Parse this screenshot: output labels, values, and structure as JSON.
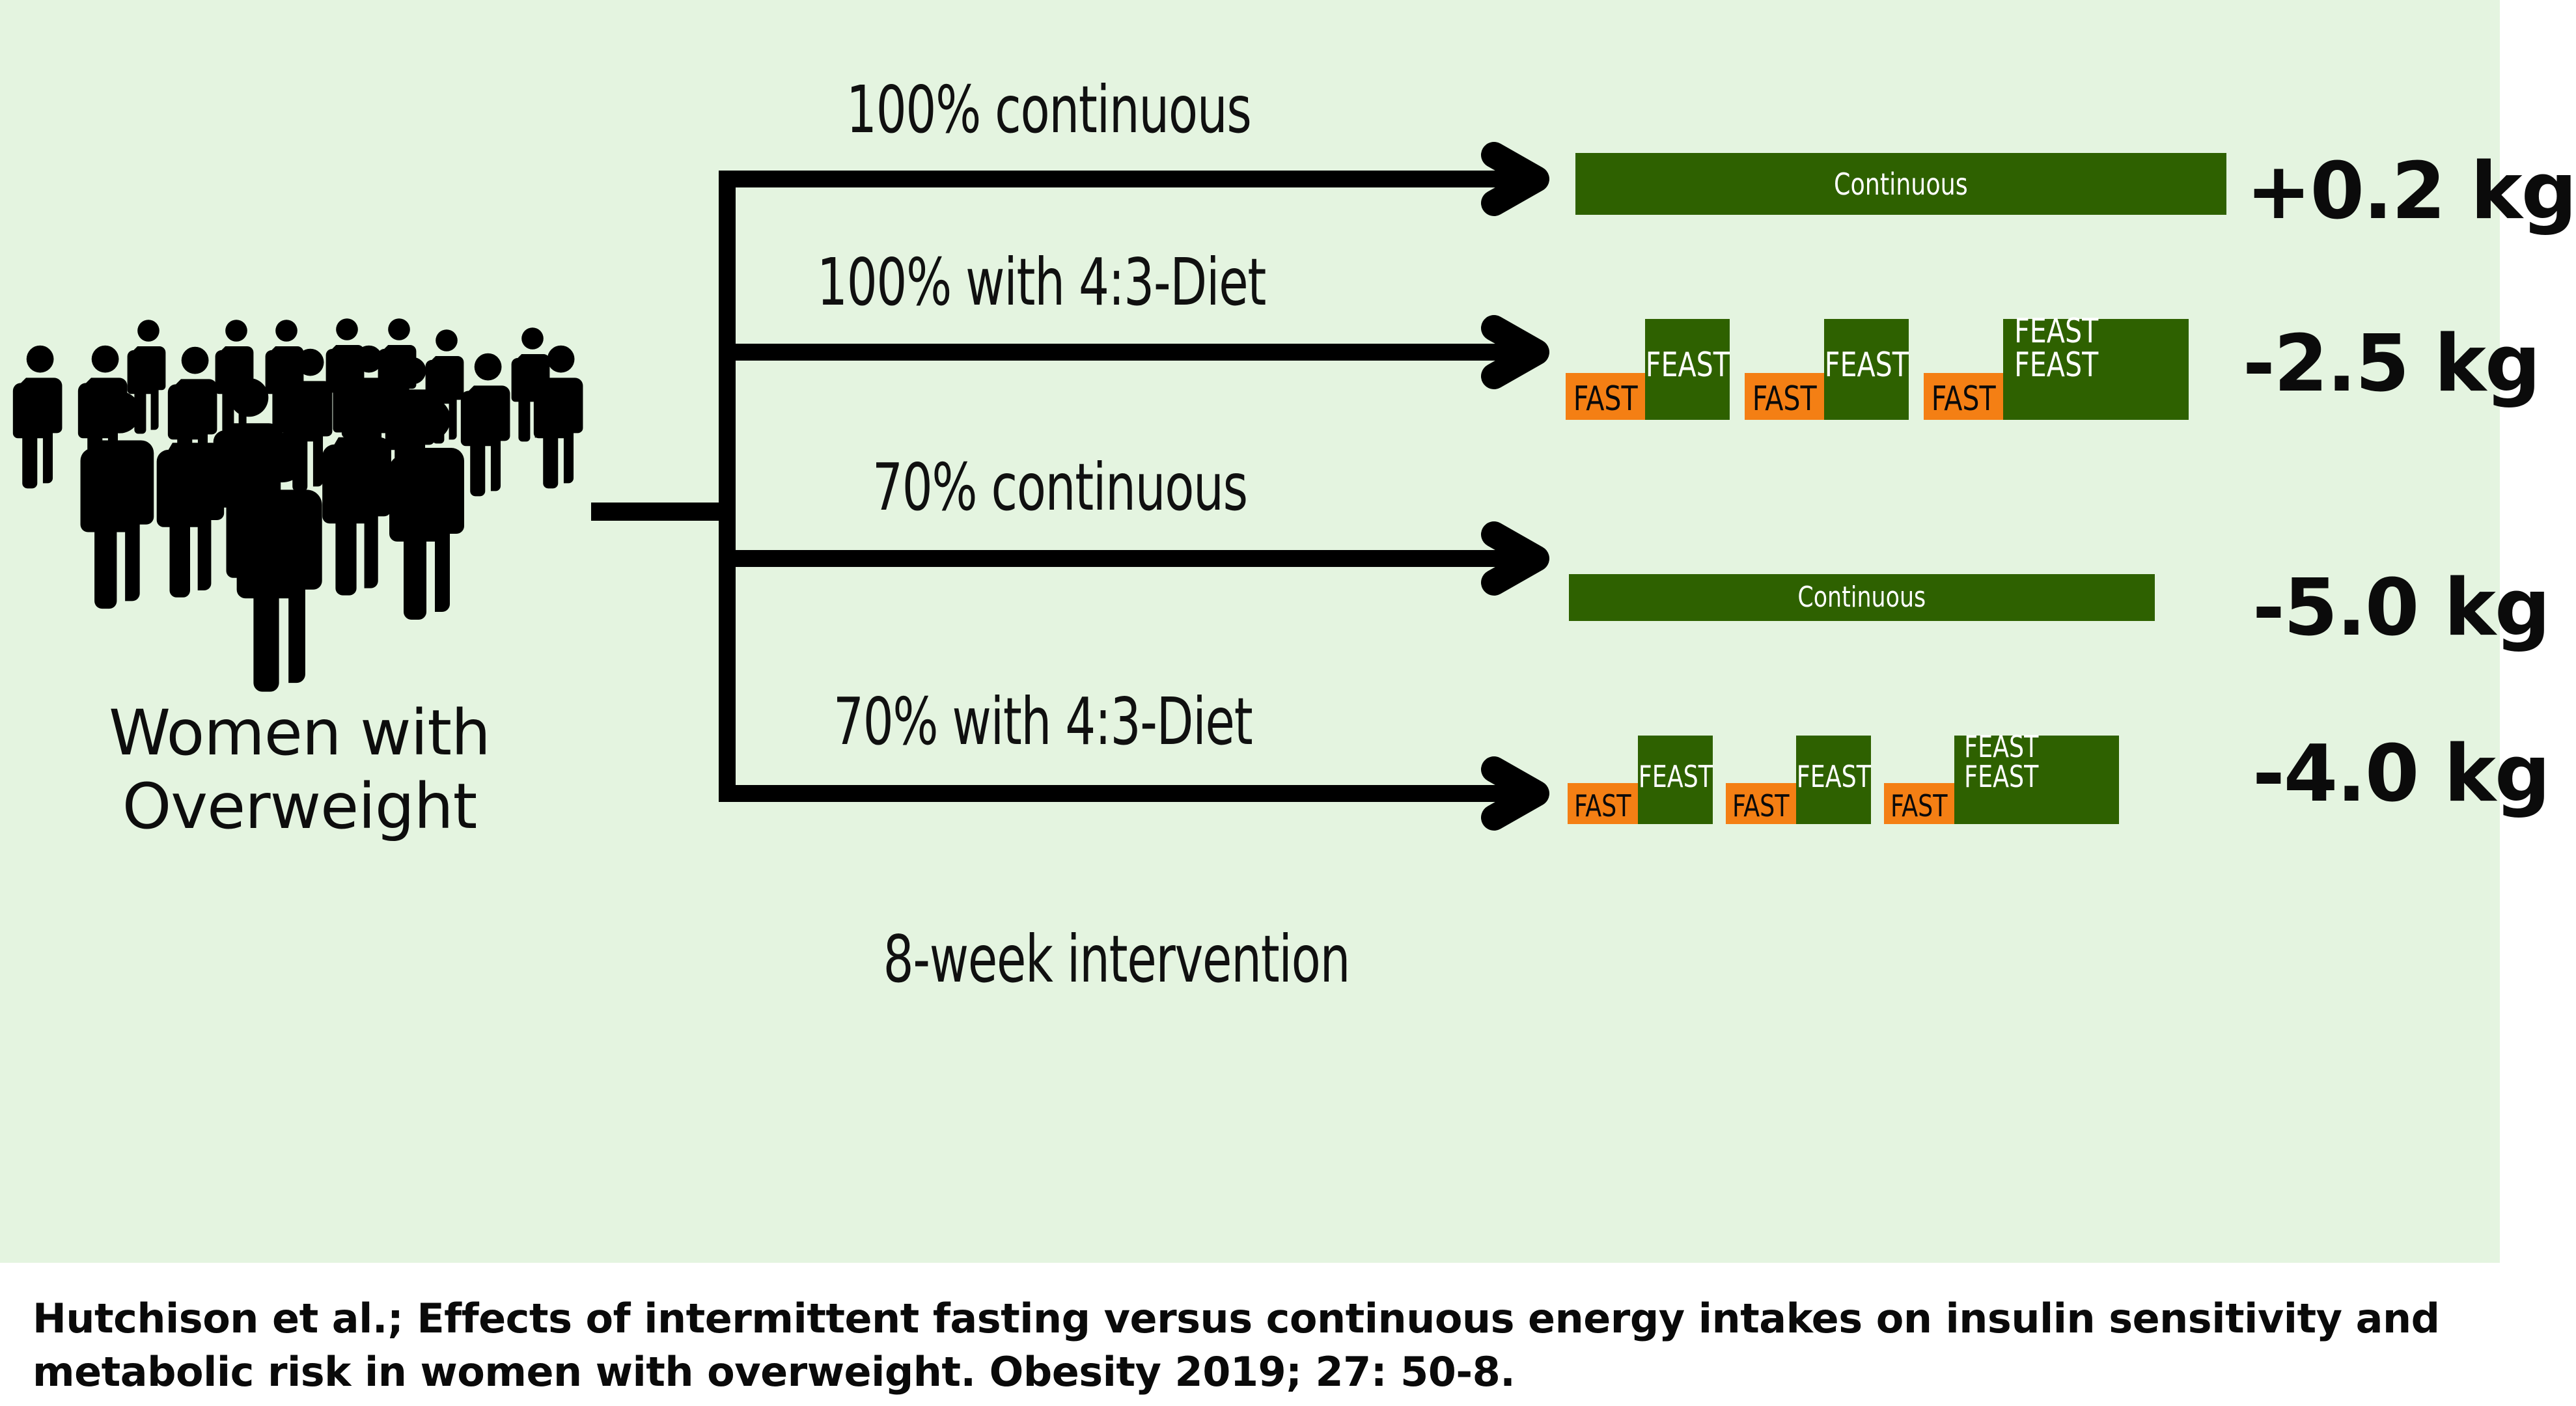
{
  "colors": {
    "panel_background": "#e4f4e0",
    "page_background": "#ffffff",
    "feast_green": "#2e6100",
    "fast_orange": "#f47f14",
    "ink": "#0b0b0b"
  },
  "cohort": {
    "label_line1": "Women with",
    "label_line2": "Overweight",
    "icon": "crowd-of-people-icon"
  },
  "diagram": {
    "duration_note": "8-week intervention",
    "branches": [
      {
        "id": "100-continuous",
        "label": "100% continuous",
        "schedule_type": "continuous",
        "schedule_blocks": [
          {
            "type": "continuous",
            "label": "Continuous"
          }
        ],
        "weight_change": "+0.2 kg"
      },
      {
        "id": "100-four-three-diet",
        "label": "100% with 4:3-Diet",
        "schedule_type": "intermittent",
        "schedule_blocks": [
          {
            "type": "fast",
            "label": "FAST"
          },
          {
            "type": "feast",
            "label": "FEAST"
          },
          {
            "type": "fast",
            "label": "FAST"
          },
          {
            "type": "feast",
            "label": "FEAST"
          },
          {
            "type": "fast",
            "label": "FAST"
          },
          {
            "type": "feast",
            "label": "FEAST FEAST"
          }
        ],
        "weight_change": "-2.5 kg"
      },
      {
        "id": "70-continuous",
        "label": "70% continuous",
        "schedule_type": "continuous",
        "schedule_blocks": [
          {
            "type": "continuous",
            "label": "Continuous"
          }
        ],
        "weight_change": "-5.0 kg"
      },
      {
        "id": "70-four-three-diet",
        "label": "70% with 4:3-Diet",
        "schedule_type": "intermittent",
        "schedule_blocks": [
          {
            "type": "fast",
            "label": "FAST"
          },
          {
            "type": "feast",
            "label": "FEAST"
          },
          {
            "type": "fast",
            "label": "FAST"
          },
          {
            "type": "feast",
            "label": "FEAST"
          },
          {
            "type": "fast",
            "label": "FAST"
          },
          {
            "type": "feast",
            "label": "FEAST FEAST"
          }
        ],
        "weight_change": "-4.0 kg"
      }
    ]
  },
  "citation": {
    "text": "Hutchison et al.; Effects of intermittent fasting versus continuous energy intakes on insulin sensitivity and metabolic risk in women with overweight. Obesity 2019; 27: 50-8."
  }
}
